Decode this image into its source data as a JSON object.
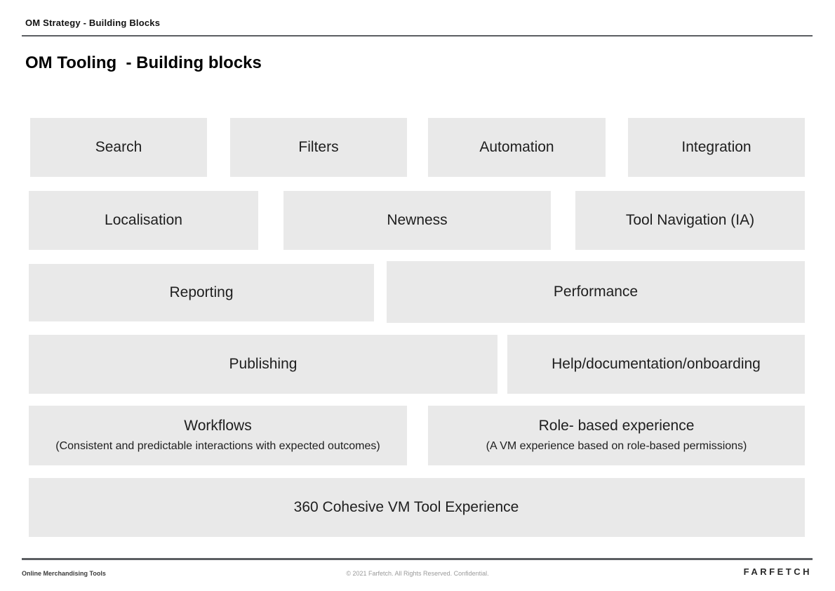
{
  "header": {
    "breadcrumb": "OM Strategy - Building Blocks"
  },
  "title": "OM Tooling  - Building blocks",
  "blocks": [
    {
      "label": "Search"
    },
    {
      "label": "Filters"
    },
    {
      "label": "Automation"
    },
    {
      "label": "Integration"
    },
    {
      "label": "Localisation"
    },
    {
      "label": "Newness"
    },
    {
      "label": "Tool Navigation (IA)"
    },
    {
      "label": "Reporting"
    },
    {
      "label": "Performance"
    },
    {
      "label": "Publishing"
    },
    {
      "label": "Help/documentation/onboarding"
    },
    {
      "label": "Workflows",
      "sublabel": "(Consistent and predictable interactions with expected outcomes)"
    },
    {
      "label": "Role- based experience",
      "sublabel": "(A VM experience based on role-based permissions)"
    },
    {
      "label": "360 Cohesive VM Tool Experience"
    }
  ],
  "footer": {
    "left": "Online Merchandising Tools",
    "copyright": "© 2021 Farfetch. All Rights Reserved. Confidential.",
    "logo": "FARFETCH"
  },
  "colors": {
    "block_bg": "#e9e9e9",
    "rule": "#5b5e62",
    "text": "#1e1e1e",
    "copyright_text": "#9a9a9a"
  }
}
